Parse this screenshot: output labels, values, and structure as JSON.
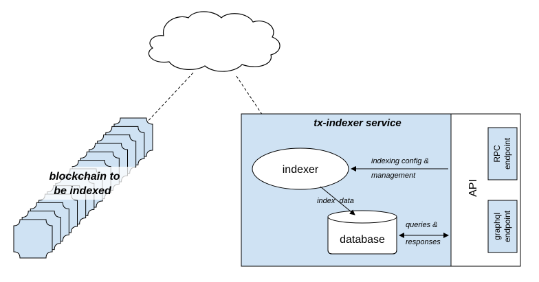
{
  "colors": {
    "fill_blue": "#cfe2f3",
    "stroke": "#000000",
    "white": "#ffffff"
  },
  "diagram": {
    "cloud_icon": "cloud-icon",
    "blockchain_label_line1": "blockchain to",
    "blockchain_label_line2": "be indexed",
    "service_title": "tx-indexer service",
    "indexer_label": "indexer",
    "database_label": "database",
    "index_data_label": "index  data",
    "config_label_line1": "indexing config &",
    "config_label_line2": "management",
    "queries_label_line1": "queries &",
    "queries_label_line2": "responses",
    "api_label": "API",
    "rpc_line1": "RPC",
    "rpc_line2": "endpoint",
    "graphql_line1": "graphql",
    "graphql_line2": "endpoint"
  }
}
